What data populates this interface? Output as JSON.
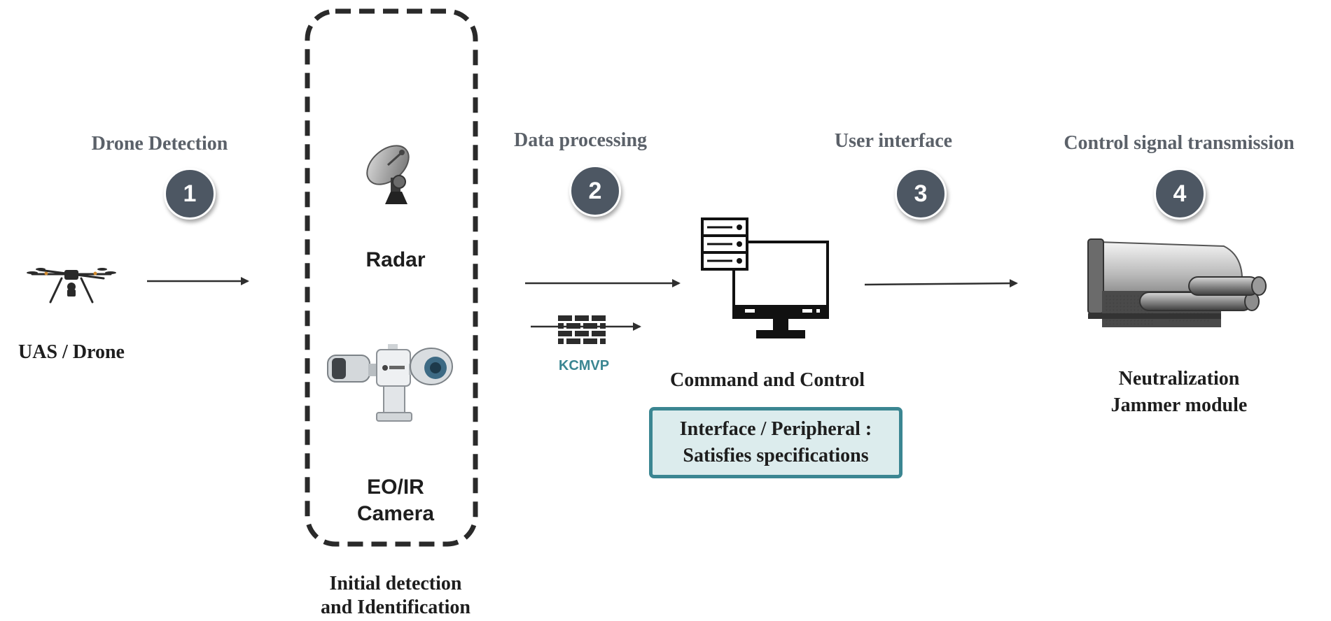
{
  "steps": [
    {
      "number": "1",
      "title": "Drone Detection"
    },
    {
      "number": "2",
      "title": "Data processing"
    },
    {
      "number": "3",
      "title": "User interface"
    },
    {
      "number": "4",
      "title": "Control signal transmission"
    }
  ],
  "nodes": {
    "drone": {
      "label": "UAS / Drone",
      "icon": "drone-icon"
    },
    "radar": {
      "label": "Radar",
      "icon": "radar-dish-icon"
    },
    "camera": {
      "label_line1": "EO/IR",
      "label_line2": "Camera",
      "icon": "eo-ir-camera-icon"
    },
    "sensor_group": {
      "caption_line1": "Initial detection",
      "caption_line2": "and Identification"
    },
    "c2": {
      "label": "Command and Control",
      "icon": "server-monitor-icon"
    },
    "spec": {
      "line1": "Interface / Peripheral :",
      "line2": "Satisfies specifications"
    },
    "firewall": {
      "label": "KCMVP",
      "icon": "firewall-icon"
    },
    "jammer": {
      "label_line1": "Neutralization",
      "label_line2": "Jammer module",
      "icon": "jammer-module-icon"
    }
  },
  "colors": {
    "title_gray": "#5b6169",
    "badge": "#4d5763",
    "accent_teal": "#3b8692",
    "box_fill": "#dceced",
    "text": "#1e1e1e"
  }
}
